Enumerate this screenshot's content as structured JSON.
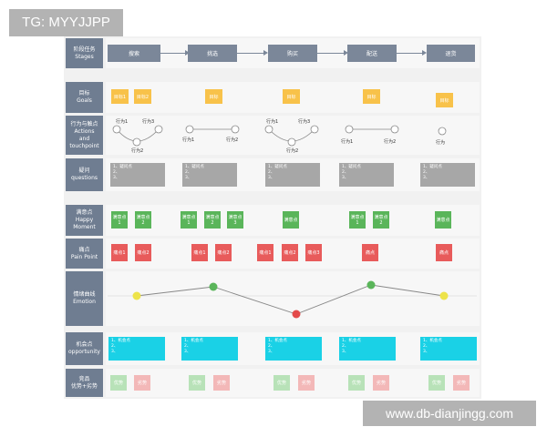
{
  "watermarks": {
    "top_left": "TG: MYYJJPP",
    "bottom_right": "www.db-dianjingg.com"
  },
  "labels": {
    "stages": [
      "阶段任务",
      "Stages"
    ],
    "goals": [
      "目标",
      "Goals"
    ],
    "actions": [
      "行为与触点",
      "Actions",
      "and",
      "touchpoint"
    ],
    "questions": [
      "疑问",
      "questions"
    ],
    "happy": [
      "满意点",
      "Happy",
      "Moment"
    ],
    "pain": [
      "痛点",
      "Pain Point"
    ],
    "emotion": [
      "情绪曲线",
      "Emotion"
    ],
    "opportunity": [
      "机会点",
      "opportunity"
    ],
    "proscons": [
      "竞品",
      "优势+劣势"
    ]
  },
  "stages": [
    "搜索",
    "挑选",
    "购买",
    "配送",
    "退货"
  ],
  "goals": [
    "目标1",
    "目标2",
    "目标",
    "目标",
    "目标",
    "目标"
  ],
  "actions": [
    "行为1",
    "行为3",
    "行为2",
    "行为1",
    "行为2",
    "行为1",
    "行为3",
    "行为2",
    "行为1",
    "行为2",
    "行为"
  ],
  "question": {
    "title": "1、疑问点",
    "l2": "2、",
    "l3": "3、"
  },
  "happy": [
    "满意点1",
    "满意点2",
    "满意点1",
    "满意点2",
    "满意点3",
    "满意点",
    "满意点1",
    "满意点2",
    "满意点"
  ],
  "pain": [
    "痛点1",
    "痛点2",
    "痛点1",
    "痛点2",
    "痛点1",
    "痛点2",
    "痛点3",
    "痛点",
    "痛点"
  ],
  "opportunity": {
    "title": "1、机会点",
    "l2": "2、",
    "l3": "3、"
  },
  "pros_cons": [
    "优势",
    "劣势",
    "优势",
    "劣势",
    "优势",
    "劣势",
    "优势",
    "劣势",
    "优势",
    "劣势"
  ],
  "colors": {
    "label_bg": "#6f7d91",
    "goal": "#f8c24a",
    "question": "#a7a7a7",
    "happy": "#5ab55a",
    "pain": "#e85b5b",
    "opportunity": "#1ad1e6"
  }
}
